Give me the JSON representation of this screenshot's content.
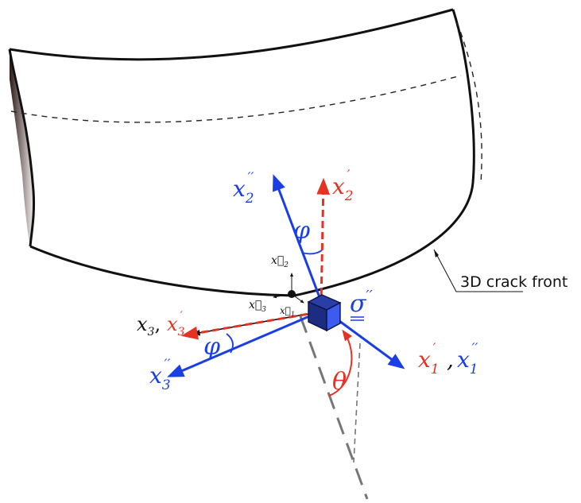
{
  "colors": {
    "blue": "#1a3ee6",
    "red": "#e53222",
    "black": "#111111",
    "gray": "#777777"
  },
  "labels": {
    "x2pp": "x",
    "x2pp_sub": "2",
    "x2pp_sup": "′′",
    "x2p": "x",
    "x2p_sub": "2",
    "x2p_sup": "′",
    "phi_top": "φ",
    "phi_left": "φ",
    "theta": "θ",
    "e2": "x⃗",
    "e2_sub": "2",
    "e3": "x⃗",
    "e3_sub": "3",
    "e1": "x⃗",
    "e1_sub": "1",
    "x3": "x",
    "x3_sub": "3",
    "x3p": "x",
    "x3p_sub": "3",
    "x3p_sup": "′",
    "comma": ",",
    "x3pp": "x",
    "x3pp_sub": "3",
    "x3pp_sup": "′′",
    "x1p": "x",
    "x1p_sub": "1",
    "x1p_sup": "′",
    "x1pp": "x",
    "x1pp_sub": "1",
    "x1pp_sup": "′′",
    "sigma": "σ",
    "sigma_sup": "′′",
    "crack_front": "3D crack front"
  }
}
